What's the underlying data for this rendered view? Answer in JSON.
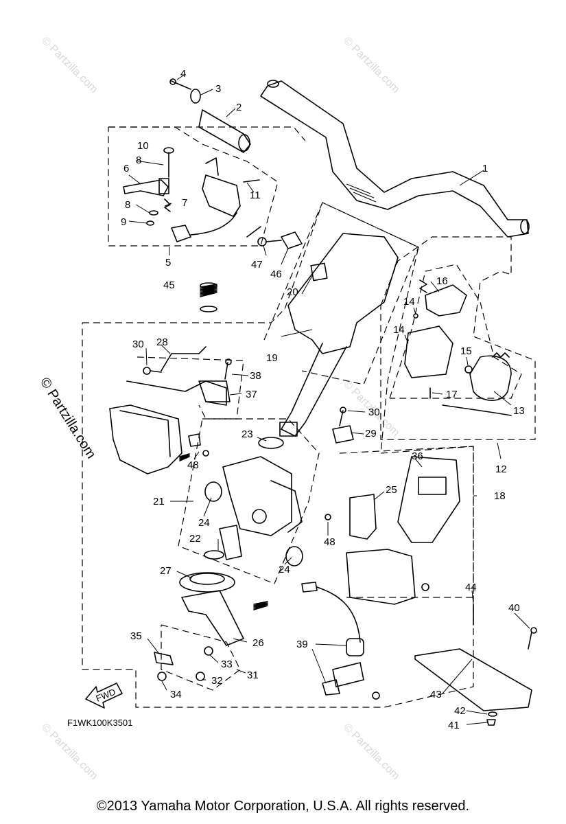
{
  "diagram": {
    "code": "F1WK100K3501",
    "fwd_label": "FWD",
    "watermark": "© Partzilla.com",
    "copyright": "©2013  Yamaha Motor Corporation, U.S.A. All rights reserved.",
    "callouts": [
      "1",
      "2",
      "3",
      "4",
      "5",
      "6",
      "7",
      "8",
      "8",
      "9",
      "10",
      "11",
      "12",
      "13",
      "14",
      "14",
      "15",
      "16",
      "17",
      "18",
      "19",
      "20",
      "21",
      "22",
      "23",
      "24",
      "24",
      "25",
      "26",
      "27",
      "28",
      "29",
      "30",
      "30",
      "31",
      "32",
      "33",
      "34",
      "35",
      "36",
      "37",
      "38",
      "39",
      "40",
      "41",
      "42",
      "43",
      "44",
      "45",
      "46",
      "47",
      "48",
      "48"
    ]
  }
}
